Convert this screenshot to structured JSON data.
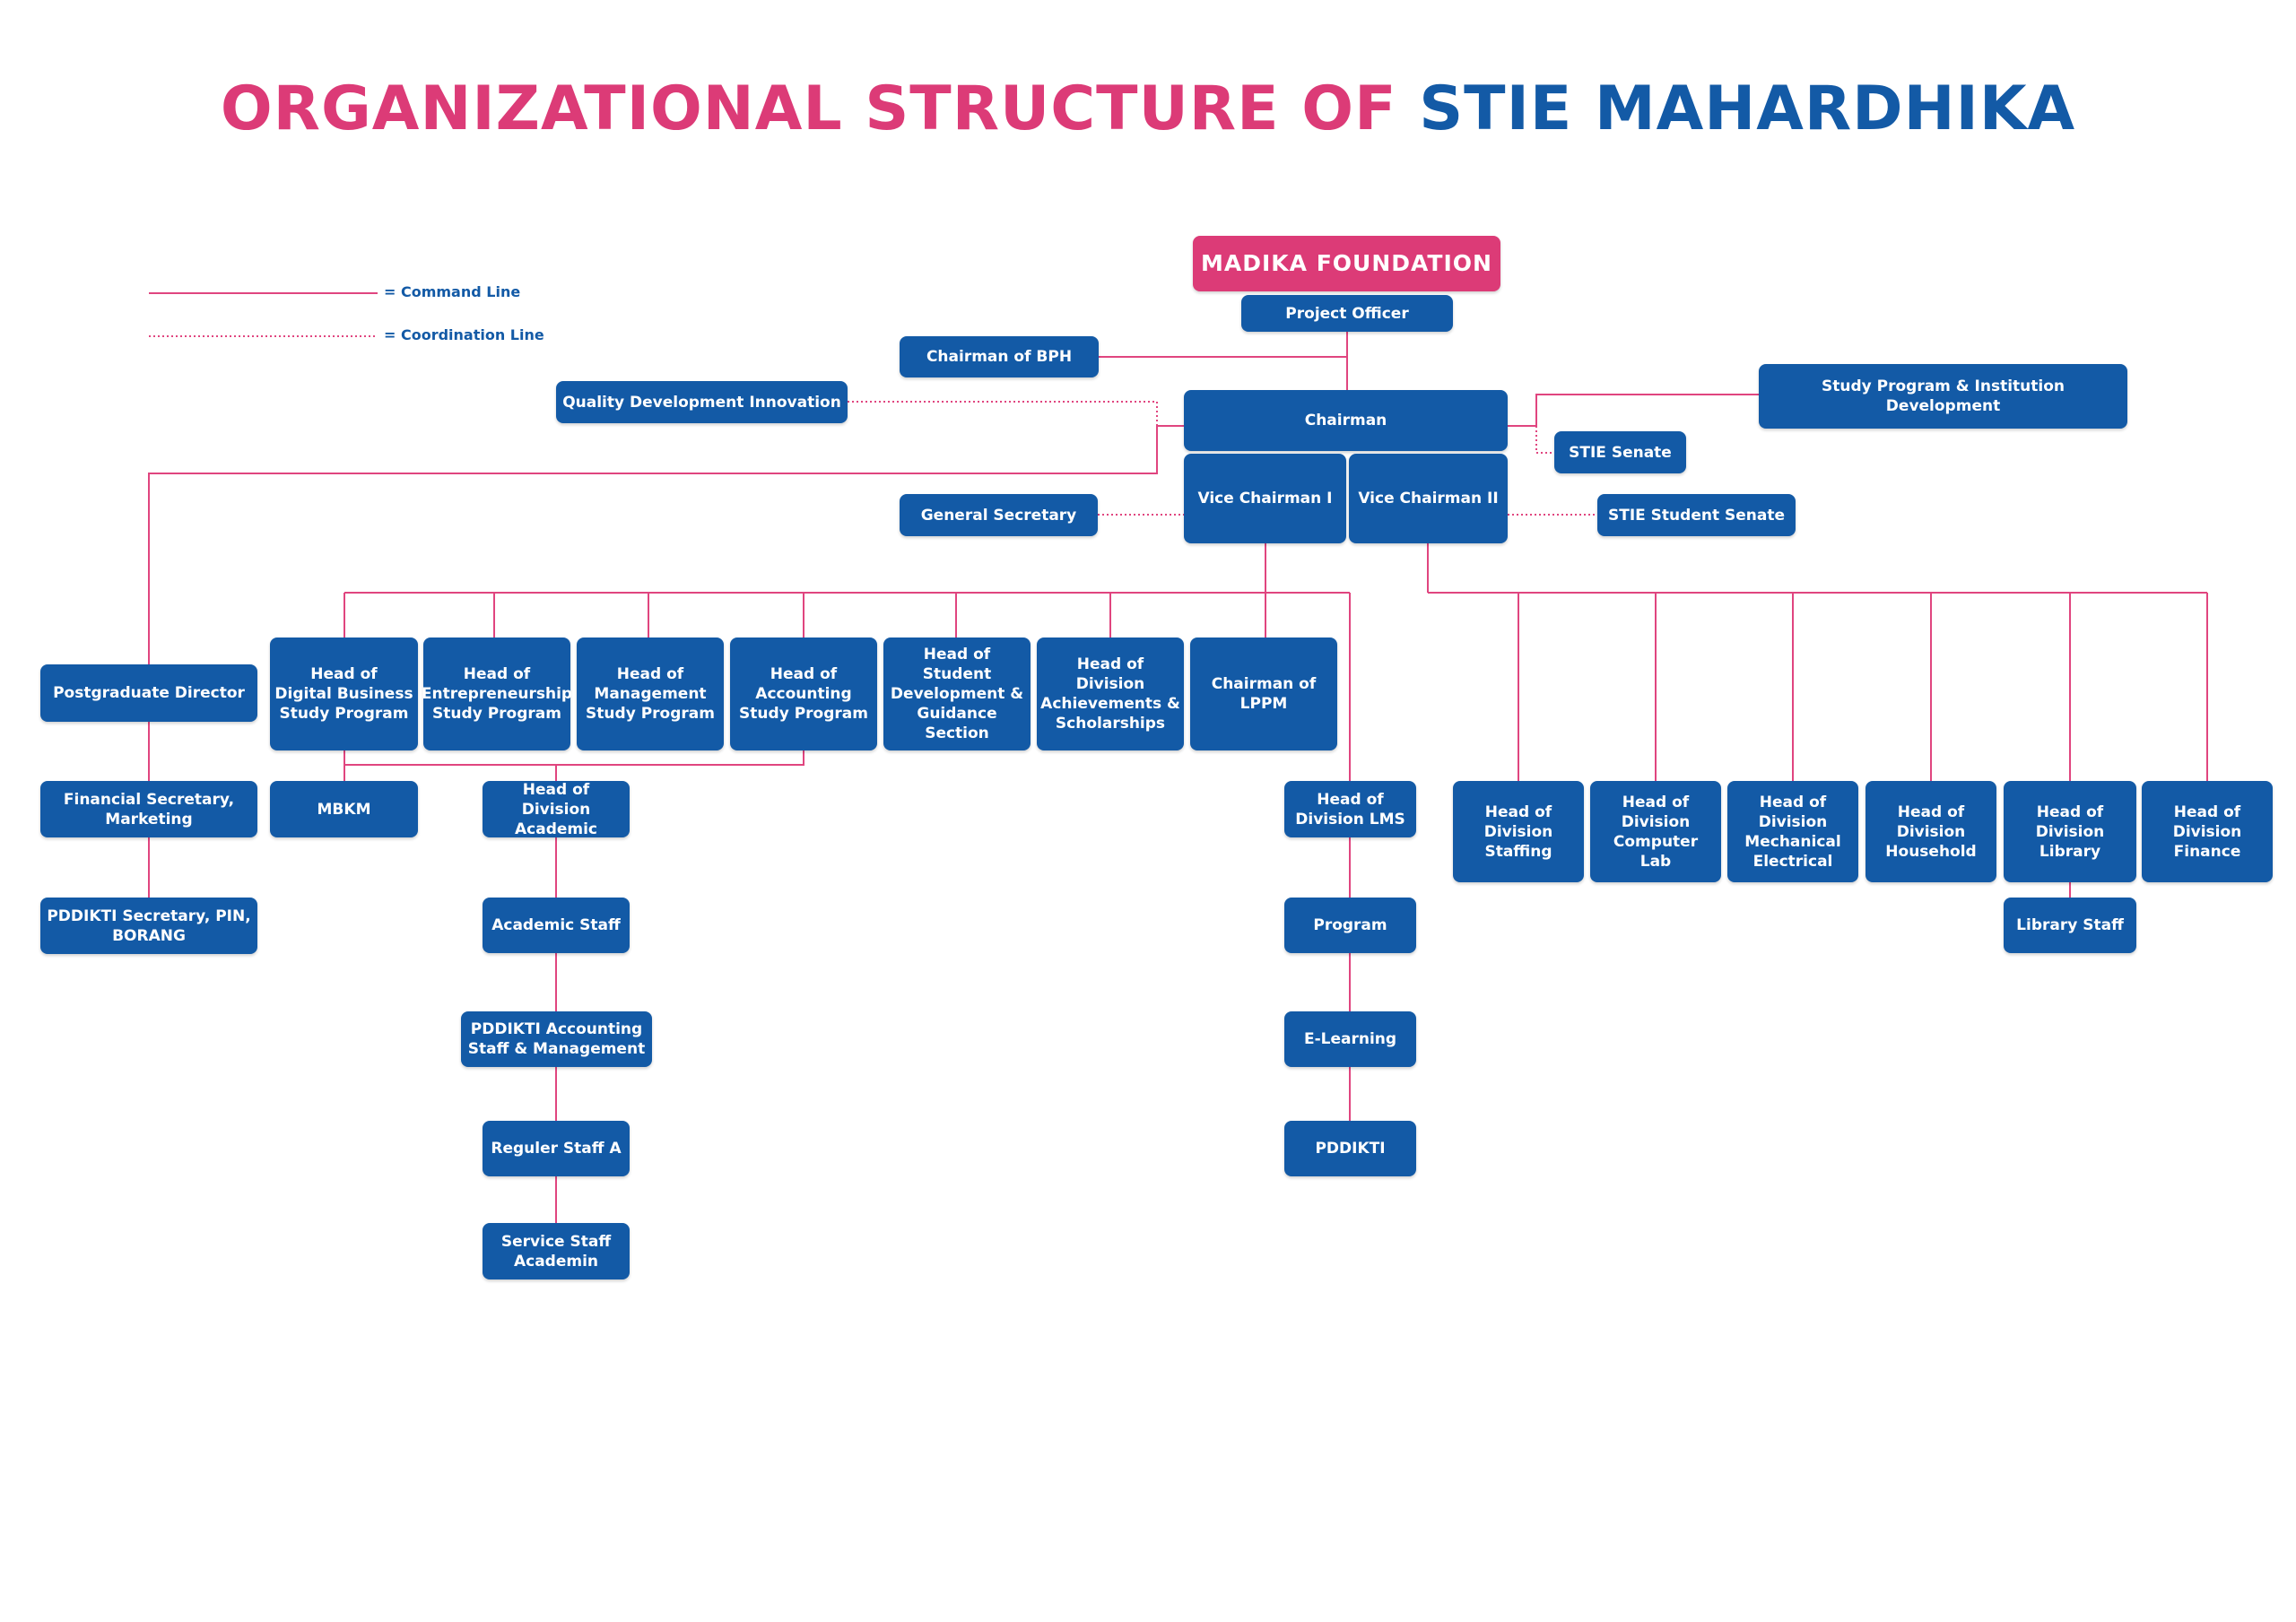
{
  "title": {
    "part1": "ORGANIZATIONAL STRUCTURE OF ",
    "part2": "STIE MAHARDHIKA"
  },
  "legend": {
    "command": "= Command Line",
    "coordination": "= Coordination Line"
  },
  "colors": {
    "pink": "#dc3b77",
    "blue": "#135aa6",
    "line": "#e0457f"
  },
  "nodes": {
    "madika": "MADIKA FOUNDATION",
    "project_officer": "Project Officer",
    "chairman_bph": "Chairman of BPH",
    "quality": "Quality Development Innovation",
    "chairman": "Chairman",
    "study_prog_dev": "Study Program & Institution Development",
    "senate": "STIE Senate",
    "vice1": "Vice Chairman I",
    "vice2": "Vice Chairman II",
    "gen_sec": "General Secretary",
    "student_senate": "STIE Student Senate",
    "postgrad": "Postgraduate Director",
    "fin_sec": "Financial Secretary,\nMarketing",
    "pddikti_sec": "PDDIKTI Secretary, PIN,\nBORANG",
    "digital": "Head of\nDigital Business\nStudy Program",
    "entre": "Head of\nEntrepreneurship\nStudy Program",
    "mgmt": "Head of\nManagement\nStudy Program",
    "acct": "Head of\nAccounting\nStudy Program",
    "student_dev": "Head of\nStudent\nDevelopment &\nGuidance Section",
    "achieve": "Head of\nDivision\nAchievements &\nScholarships",
    "lppm": "Chairman of\nLPPM",
    "mbkm": "MBKM",
    "div_academic": "Head of Division\nAcademic",
    "academic_staff": "Academic Staff",
    "pddikti_acct": "PDDIKTI Accounting\nStaff & Management",
    "reguler": "Reguler Staff A",
    "service": "Service Staff\nAcademin",
    "lms": "Head of\nDivision LMS",
    "program": "Program",
    "elearning": "E-Learning",
    "pddikti": "PDDIKTI",
    "staffing": "Head of\nDivision\nStaffing",
    "comp_lab": "Head of\nDivision\nComputer\nLab",
    "mech": "Head of\nDivision\nMechanical\nElectrical",
    "household": "Head of\nDivision\nHousehold",
    "library": "Head of\nDivision\nLibrary",
    "finance": "Head of\nDivision\nFinance",
    "library_staff": "Library Staff"
  }
}
